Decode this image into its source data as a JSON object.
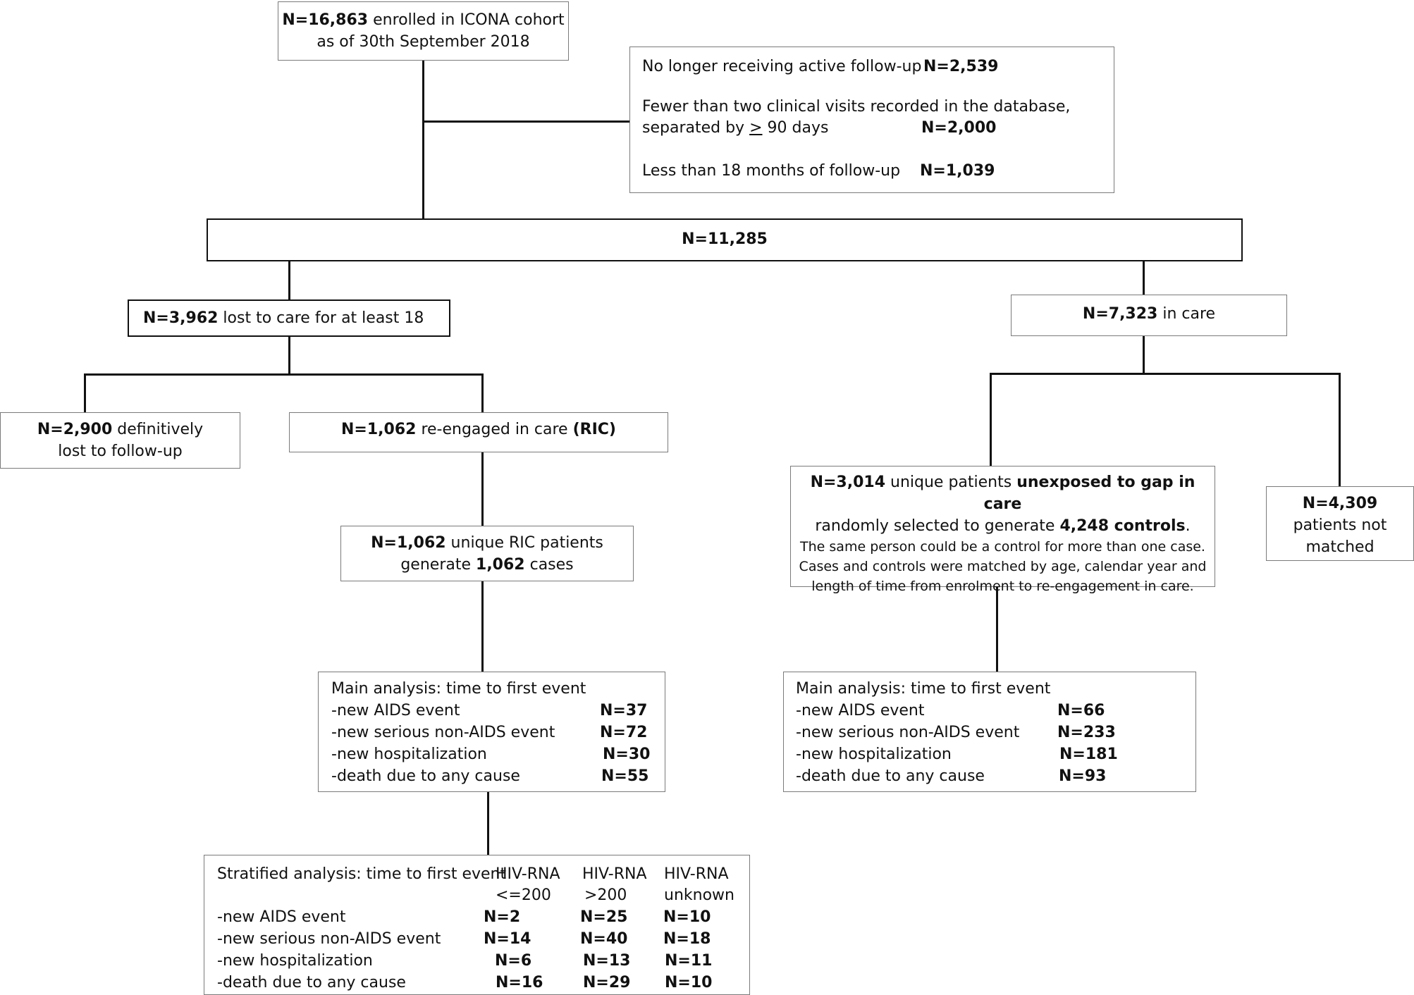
{
  "enrolled": {
    "n": "N=16,863",
    "rest1": " enrolled in ICONA cohort",
    "line2": "as of 30th September 2018"
  },
  "exclusions": {
    "e1_label": "No longer receiving active follow-up",
    "e1_n": "N=2,539",
    "e2_line1": "Fewer than two clinical visits recorded in the database,",
    "e2_line2_pre": "separated by ",
    "e2_ge": ">",
    "e2_line2_post": " 90 days",
    "e2_n": "N=2,000",
    "e3_label": "Less than 18 months of follow-up",
    "e3_n": "N=1,039"
  },
  "total": {
    "n": "N=11,285"
  },
  "lost": {
    "n": "N=3,962",
    "rest": " lost to care for at least 18"
  },
  "incare": {
    "n": "N=7,323",
    "rest": " in care"
  },
  "definitive": {
    "n": "N=2,900",
    "rest": " definitively",
    "line2": "lost to follow-up"
  },
  "reengaged": {
    "n": "N=1,062",
    "rest": " re-engaged in care ",
    "tag": "(RIC)"
  },
  "ric": {
    "n": "N=1,062",
    "rest": " unique RIC patients",
    "line2_pre": "generate ",
    "line2_n": "1,062",
    "line2_post": " cases"
  },
  "controls": {
    "n": "N=3,014",
    "rest1": " unique patients ",
    "bold1": "unexposed to gap in care",
    "line2_pre": "randomly selected to generate ",
    "line2_bold": "4,248 controls",
    "line2_post": ".",
    "line3": "The same person could be a control for more than one case.",
    "line4": "Cases and controls were matched by age, calendar year and",
    "line5": "length of time from enrolment to re-engagement in care."
  },
  "notmatched": {
    "n": "N=4,309",
    "line2": "patients not",
    "line3": "matched"
  },
  "main_left": {
    "title": "Main analysis: time to first event",
    "rows": [
      {
        "label": "-new AIDS event",
        "n": "N=37"
      },
      {
        "label": "-new serious non-AIDS event",
        "n": "N=72"
      },
      {
        "label": "-new hospitalization",
        "n": "N=30"
      },
      {
        "label": "-death due to any cause",
        "n": "N=55"
      }
    ]
  },
  "main_right": {
    "title": "Main analysis: time to first event",
    "rows": [
      {
        "label": "-new AIDS event",
        "n": "N=66"
      },
      {
        "label": "-new serious non-AIDS event",
        "n": "N=233"
      },
      {
        "label": "-new hospitalization",
        "n": "N=181"
      },
      {
        "label": "-death due to any cause",
        "n": "N=93"
      }
    ]
  },
  "stratified": {
    "title": "Stratified analysis: time to first event",
    "col1_a": "HIV-RNA",
    "col1_b": "<=200",
    "col2_a": "HIV-RNA",
    "col2_b": ">200",
    "col3_a": "HIV-RNA",
    "col3_b": "unknown",
    "rows": [
      {
        "label": "-new AIDS event",
        "v1": "N=2",
        "v2": "N=25",
        "v3": "N=10"
      },
      {
        "label": "-new serious non-AIDS event",
        "v1": "N=14",
        "v2": "N=40",
        "v3": "N=18"
      },
      {
        "label": "-new hospitalization",
        "v1": "N=6",
        "v2": "N=13",
        "v3": "N=11"
      },
      {
        "label": "-death due to any cause",
        "v1": "N=16",
        "v2": "N=29",
        "v3": "N=10"
      }
    ]
  }
}
